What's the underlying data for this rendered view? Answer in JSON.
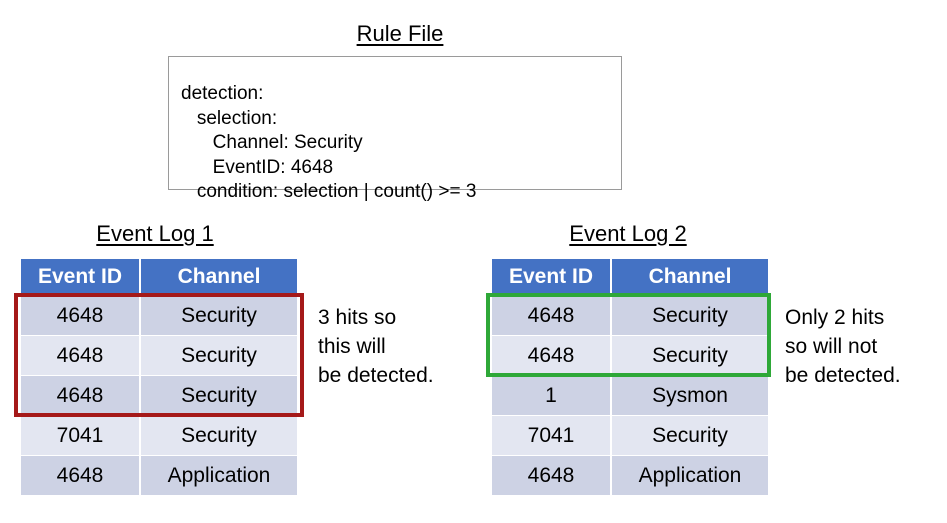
{
  "rule_file": {
    "title": "Rule File",
    "code": "detection:\n   selection:\n      Channel: Security\n      EventID: 4648\n   condition: selection | count() >= 3"
  },
  "logs": [
    {
      "title": "Event Log 1",
      "columns": [
        "Event ID",
        "Channel"
      ],
      "rows": [
        {
          "event_id": "4648",
          "channel": "Security"
        },
        {
          "event_id": "4648",
          "channel": "Security"
        },
        {
          "event_id": "4648",
          "channel": "Security"
        },
        {
          "event_id": "7041",
          "channel": "Security"
        },
        {
          "event_id": "4648",
          "channel": "Application"
        }
      ],
      "highlight": {
        "color": "#A51919",
        "rows": 3
      },
      "note": "3 hits so\nthis will\nbe detected."
    },
    {
      "title": "Event Log 2",
      "columns": [
        "Event ID",
        "Channel"
      ],
      "rows": [
        {
          "event_id": "4648",
          "channel": "Security"
        },
        {
          "event_id": "4648",
          "channel": "Security"
        },
        {
          "event_id": "1",
          "channel": "Sysmon"
        },
        {
          "event_id": "7041",
          "channel": "Security"
        },
        {
          "event_id": "4648",
          "channel": "Application"
        }
      ],
      "highlight": {
        "color": "#2EA838",
        "rows": 2
      },
      "note": "Only 2 hits\nso will not\nbe detected."
    }
  ],
  "colors": {
    "header_blue": "#4472C4",
    "row_dark": "#CDD2E4",
    "row_light": "#E3E6F1",
    "highlight_red": "#A51919",
    "highlight_green": "#2EA838",
    "box_border": "#9A9A9A"
  }
}
